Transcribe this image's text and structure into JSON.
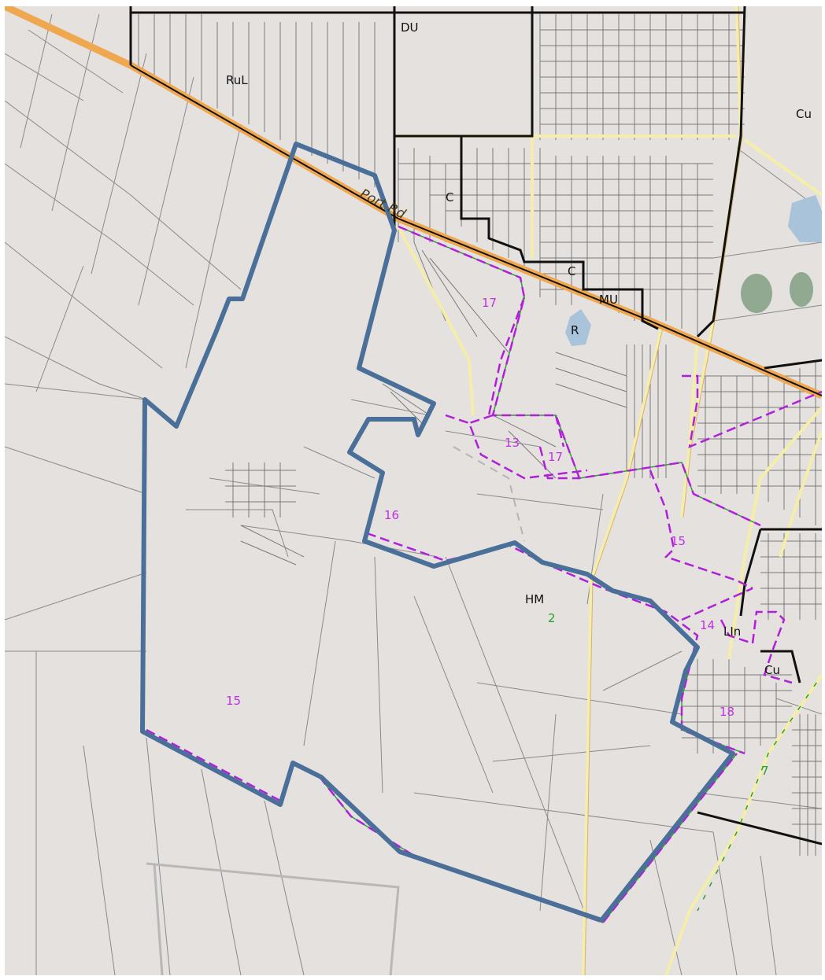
{
  "map": {
    "colors": {
      "background": "#e4e1df",
      "parcel_line": "#8a8a8a",
      "dense_parcel": "#7a7a7a",
      "zone_boundary": "#111111",
      "road_main": "#f0a850",
      "road_minor": "#f4eeaa",
      "policy_boundary": "#b020d8",
      "heritage_green": "#2aa12a",
      "study_area": "#4a6f98",
      "water": "#a9c3da",
      "park": "#90a990"
    },
    "road_label": "Port Rd",
    "zone_labels": [
      {
        "id": "ruL",
        "text": "RuL"
      },
      {
        "id": "du",
        "text": "DU"
      },
      {
        "id": "cu-ne",
        "text": "Cu"
      },
      {
        "id": "c-1",
        "text": "C"
      },
      {
        "id": "c-2",
        "text": "C"
      },
      {
        "id": "mu",
        "text": "MU"
      },
      {
        "id": "r",
        "text": "R"
      },
      {
        "id": "hm",
        "text": "HM"
      },
      {
        "id": "lin",
        "text": "LIn"
      },
      {
        "id": "cu-se",
        "text": "Cu"
      }
    ],
    "policy_labels": [
      {
        "id": "p17a",
        "text": "17"
      },
      {
        "id": "p13",
        "text": "13"
      },
      {
        "id": "p17b",
        "text": "17"
      },
      {
        "id": "p16",
        "text": "16"
      },
      {
        "id": "p15a",
        "text": "15"
      },
      {
        "id": "p14",
        "text": "14"
      },
      {
        "id": "p18",
        "text": "18"
      },
      {
        "id": "p15b",
        "text": "15"
      }
    ],
    "green_labels": [
      {
        "id": "g2",
        "text": "2"
      },
      {
        "id": "g7",
        "text": "7"
      }
    ]
  }
}
